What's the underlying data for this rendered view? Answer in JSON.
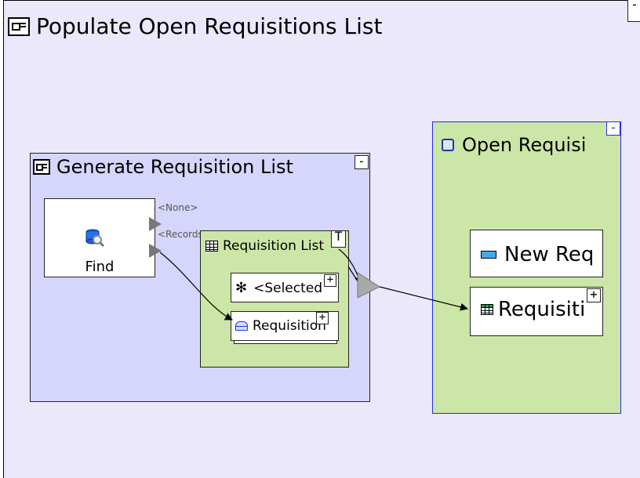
{
  "diagram": {
    "outer": {
      "title": "Populate Open Requisitions List",
      "collapse_symbol": "-"
    },
    "generate_group": {
      "title": "Generate Requisition List",
      "collapse_symbol": "-"
    },
    "find_node": {
      "label": "Find",
      "port_none": "<None>",
      "port_records": "<Records>"
    },
    "requisition_list": {
      "title": "Requisition List",
      "collapse_symbol": "T"
    },
    "selected_item": {
      "label": "<Selected",
      "expand_symbol": "+"
    },
    "requisition_stack": {
      "label": "Requisition",
      "expand_symbol": "+"
    },
    "open_panel": {
      "title": "Open Requisi",
      "collapse_symbol": "-"
    },
    "new_req": {
      "label": "New Req"
    },
    "requisition_out": {
      "label": "Requisiti",
      "expand_symbol": "+"
    }
  },
  "colors": {
    "outer_fill": "#ebe8fc",
    "group_fill": "#d6d6fc",
    "green_fill": "#cbe6a6",
    "open_panel_border": "#2430e0"
  },
  "icons": {
    "frame": "frame-icon",
    "find": "database-search-icon",
    "table": "table-icon",
    "selection": "asterisk-icon",
    "requisition": "bus-icon",
    "input": "input-field-icon",
    "panel": "bag-icon"
  }
}
